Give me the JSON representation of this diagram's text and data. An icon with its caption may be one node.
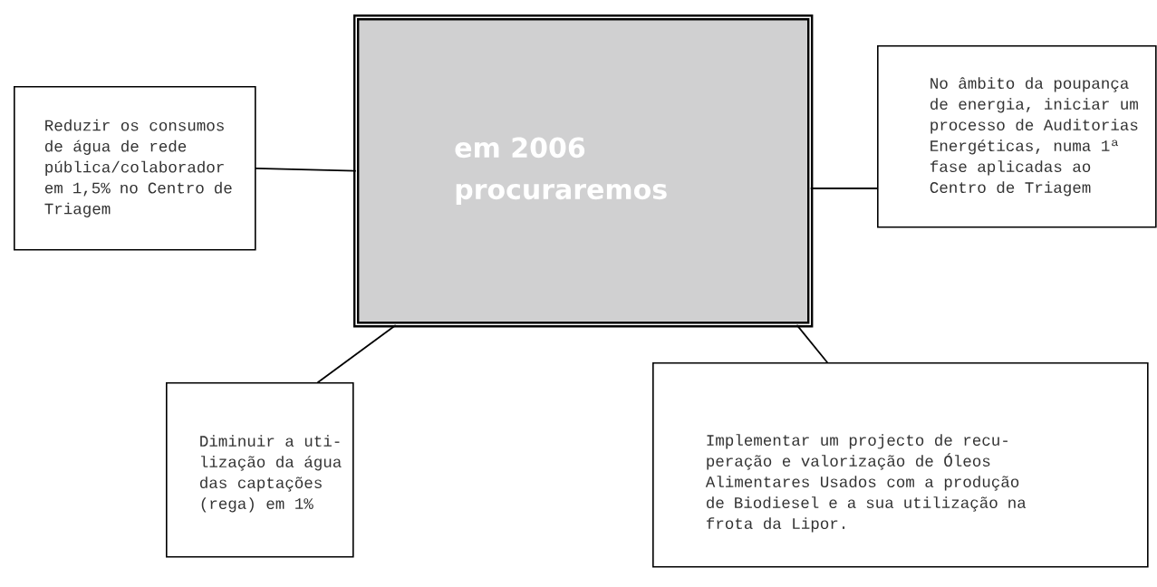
{
  "diagram": {
    "nodes": [
      {
        "text": [
          "em 2006 procuraremos"
        ]
      },
      {
        "text": [
          "Reduzir os consumos de água de rede pública/colaborador em 1,5% no Centro de Triagem"
        ]
      },
      {
        "text": [
          "No âmbito da poupança de energia, iniciar um processo de Auditorias Energéticas, numa 1ª fase aplicadas ao Centro de Triagem"
        ]
      },
      {
        "text": [
          "Diminuir a uti- lização da água das captações (rega) em 1%"
        ]
      },
      {
        "text": [
          "Implementar um projecto de recu- peração e valorização de Óleos Alimentares Usados com a produção de Biodiesel e a sua utilização na frota da Lipor."
        ]
      }
    ],
    "edges": [
      {
        "from": 1,
        "to": 0,
        "arrow": "none"
      },
      {
        "from": 2,
        "to": 0,
        "arrow": "none"
      },
      {
        "from": 3,
        "to": 0,
        "arrow": "none"
      },
      {
        "from": 4,
        "to": 0,
        "arrow": "none"
      }
    ]
  }
}
